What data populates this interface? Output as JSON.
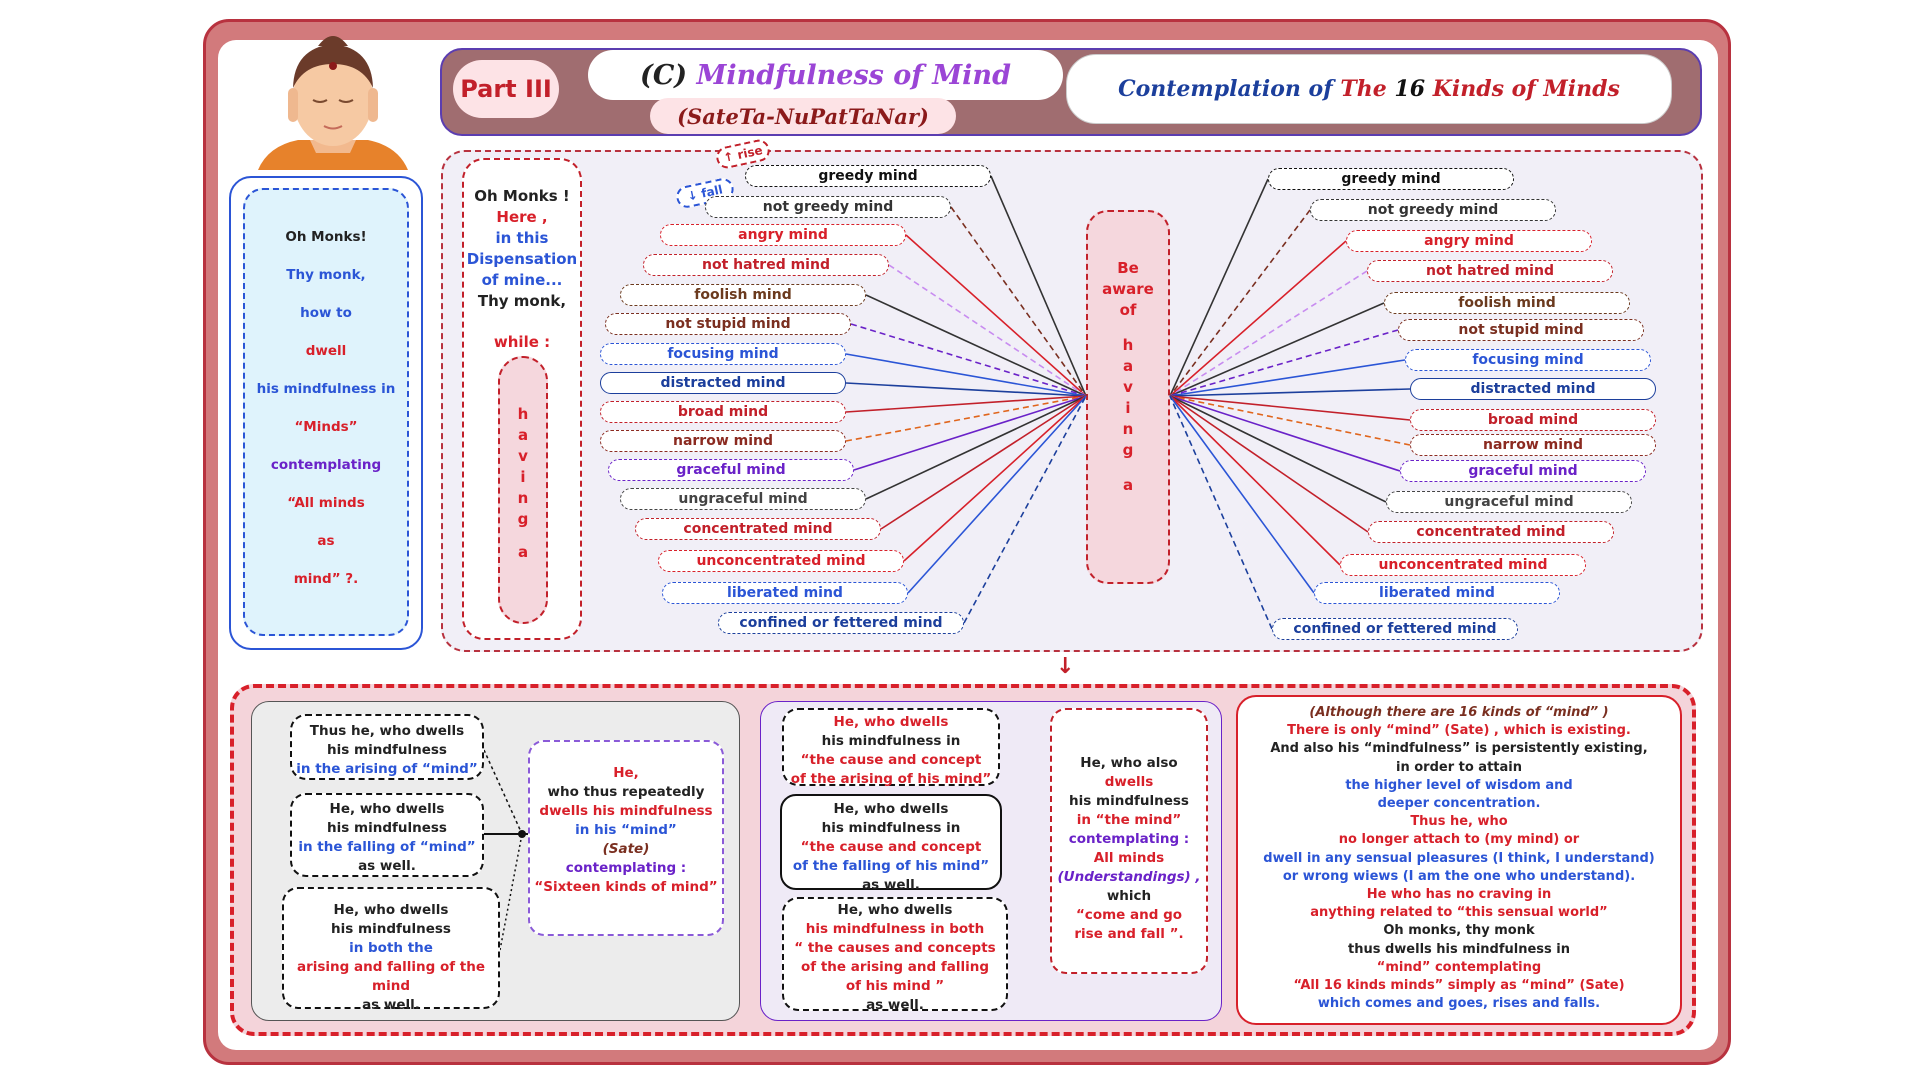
{
  "header": {
    "part": "Part III",
    "title_prefix": "(C)",
    "title": "Mindfulness of Mind",
    "subtitle": "(SateTa-NuPatTaNar)",
    "right_title_a": "Contemplation of",
    "right_title_b": "The",
    "right_title_c": "16",
    "right_title_d": "Kinds of Minds"
  },
  "left_panel": {
    "lines": [
      "Oh Monks!",
      "Thy monk,",
      "how to",
      "dwell",
      "his mindfulness in",
      "“Minds”",
      "contemplating",
      "“All minds",
      "as",
      "mind” ?."
    ]
  },
  "intro": {
    "lines": [
      "Oh Monks !",
      "Here ,",
      "in this",
      "Dispensation",
      "of mine...",
      "Thy monk,",
      "while :"
    ],
    "having": [
      "h",
      "a",
      "v",
      "i",
      "n",
      "g",
      "a"
    ]
  },
  "center": {
    "lines": [
      "Be",
      "aware",
      "of",
      "h",
      "a",
      "v",
      "i",
      "n",
      "g",
      "a"
    ]
  },
  "rise_fall": {
    "rise": "↑ rise",
    "fall": "↓ fall"
  },
  "minds": [
    {
      "label": "greedy mind",
      "color": "#111111"
    },
    {
      "label": "not greedy mind",
      "color": "#333333"
    },
    {
      "label": "angry mind",
      "color": "#d8202a"
    },
    {
      "label": "not hatred mind",
      "color": "#c2202a"
    },
    {
      "label": "foolish mind",
      "color": "#6b3a1e"
    },
    {
      "label": "not stupid mind",
      "color": "#7a2f20"
    },
    {
      "label": "focusing mind",
      "color": "#2b55d6"
    },
    {
      "label": "distracted mind",
      "color": "#1c3f9c"
    },
    {
      "label": "broad mind",
      "color": "#c2202a"
    },
    {
      "label": "narrow mind",
      "color": "#8b2a20"
    },
    {
      "label": "graceful mind",
      "color": "#6a22c8"
    },
    {
      "label": "ungraceful mind",
      "color": "#444444"
    },
    {
      "label": "concentrated mind",
      "color": "#c2202a"
    },
    {
      "label": "unconcentrated mind",
      "color": "#d8202a"
    },
    {
      "label": "liberated mind",
      "color": "#2b55d6"
    },
    {
      "label": "confined  or fettered mind",
      "color": "#1c3f9c"
    }
  ],
  "bottom_left": {
    "box1": [
      "Thus he, who dwells",
      "his mindfulness",
      "in the arising of  “mind”"
    ],
    "box2": [
      "He, who dwells",
      "his mindfulness",
      "in the falling of “mind”",
      "as well."
    ],
    "box3": [
      "He, who  dwells",
      "his mindfulness",
      "in both the",
      "arising  and falling of the mind",
      "as well."
    ],
    "summary": [
      "He,",
      "who thus repeatedly",
      "dwells his mindfulness",
      "in  his “mind”",
      "(Sate)",
      "contemplating :",
      "“Sixteen kinds of mind”"
    ]
  },
  "bottom_mid": {
    "box1": [
      "He, who dwells",
      "his mindfulness in",
      "“the cause  and concept",
      "of the arising of his mind”"
    ],
    "box2": [
      "He, who dwells",
      "his mindfulness in",
      "“the cause and concept",
      "of the falling of his mind”",
      "as well."
    ],
    "box3": [
      "He, who dwells",
      "his mindfulness in both",
      "“ the causes and concepts",
      "of the arising and  falling",
      "of his mind ”",
      "as well."
    ],
    "summary": [
      "He, who also",
      "dwells",
      "his mindfulness",
      "in  “the mind”",
      "contemplating :",
      "All minds",
      "(Understandings) ,",
      "which",
      "“come and go",
      "rise and fall ”."
    ]
  },
  "bottom_right": [
    "(Although there are 16 kinds of “mind” )",
    "There is only “mind” (Sate) , which is existing.",
    "And also his “mindfulness” is persistently existing,",
    "in order to attain",
    "the higher level of  wisdom and",
    "deeper concentration.",
    "Thus he, who",
    "no longer attach to (my mind) or",
    "dwell in any sensual pleasures (I think, I understand)",
    "or wrong wiews (I am the one who understand).",
    "He who has no craving in",
    "anything related  to  “this sensual world”",
    "Oh monks, thy monk",
    "thus dwells his mindfulness in",
    "“mind”  contemplating",
    "“All 16 kinds minds”  simply  as  “mind” (Sate)",
    "which comes and goes, rises and falls."
  ],
  "colors": {
    "frame": "#d27a7c",
    "accent_red": "#d8202a",
    "accent_blue": "#2b55d6",
    "purple": "#6a22c8"
  }
}
